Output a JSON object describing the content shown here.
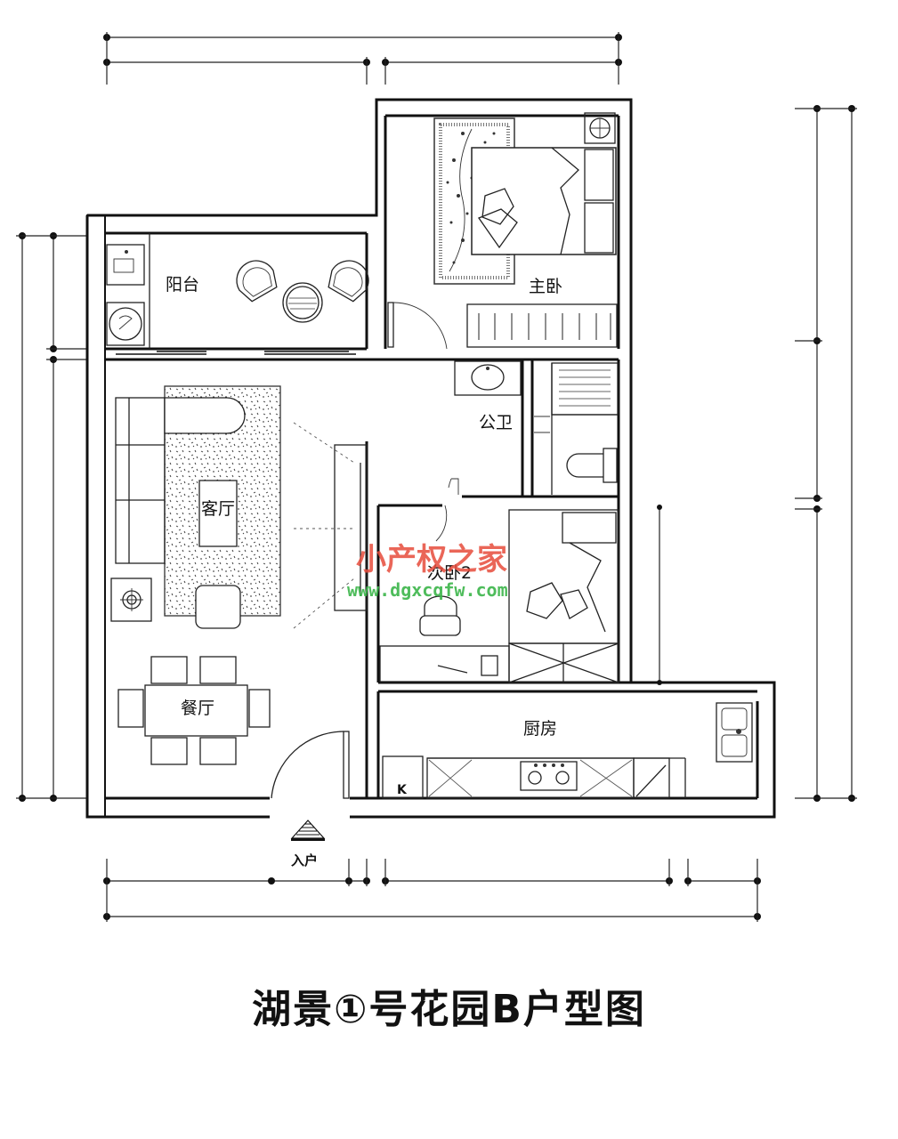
{
  "rooms": {
    "balcony": "阳台",
    "master_bedroom": "主卧",
    "living_room": "客厅",
    "public_bathroom": "公卫",
    "second_bedroom": "次卧2",
    "dining_room": "餐厅",
    "kitchen": "厨房"
  },
  "entrance_label": "入户",
  "title": "湖景①号花园B户型图",
  "watermark": {
    "name": "小产权之家",
    "url": "www.dgxcqfw.com",
    "name_color": "#e74c3c",
    "url_color": "#3bb54a"
  }
}
